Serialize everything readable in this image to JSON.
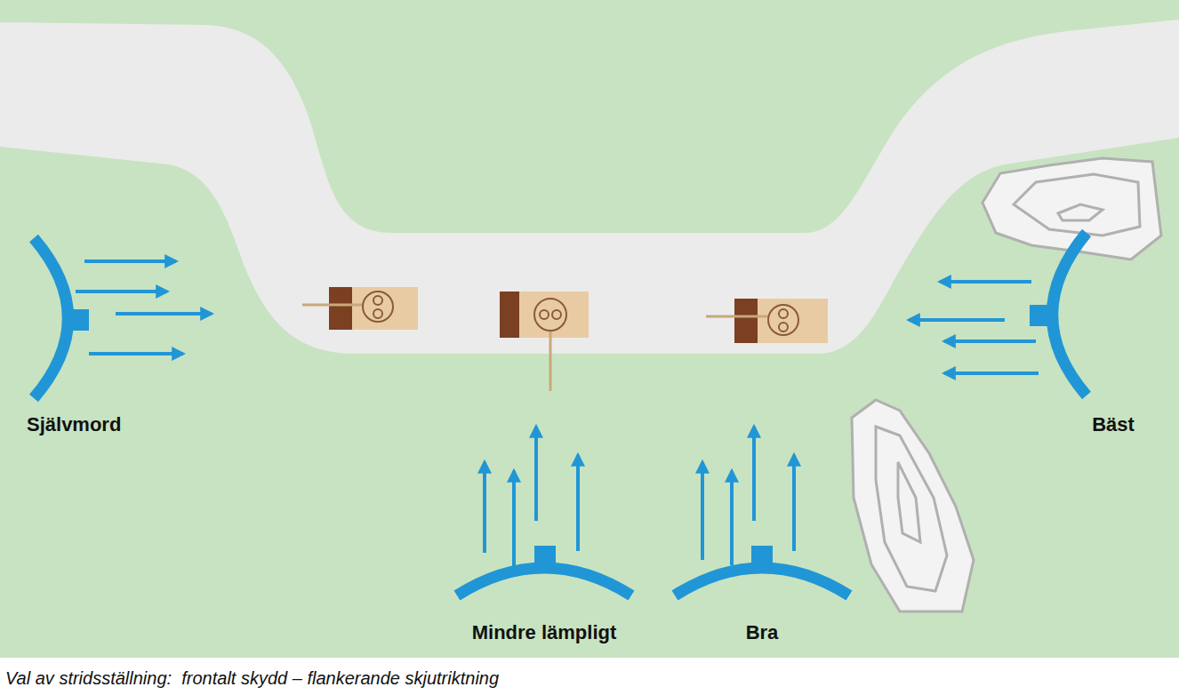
{
  "diagram": {
    "caption": "Val av stridsställning:  frontalt skydd – flankerande skjutriktning",
    "labels": [
      "Självmord",
      "Bäst",
      "Mindre lämpligt",
      "Bra"
    ]
  }
}
